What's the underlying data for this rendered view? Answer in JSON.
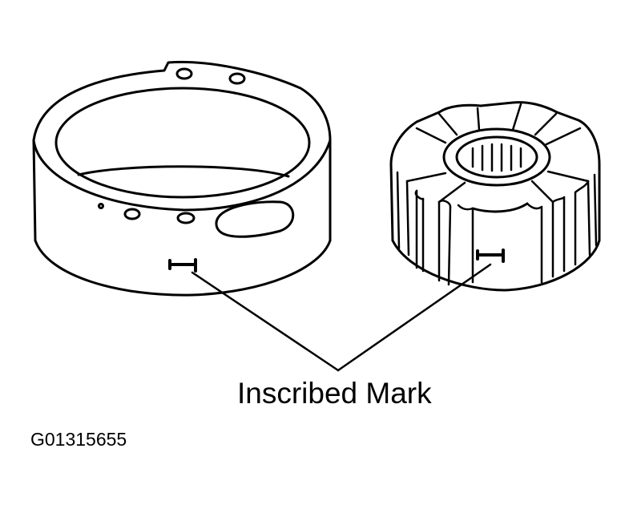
{
  "diagram": {
    "callout_label": "Inscribed Mark",
    "figure_id": "G01315655",
    "parts": [
      "ring-housing",
      "splined-rotor"
    ],
    "colors": {
      "stroke": "#000000",
      "background": "#ffffff"
    }
  }
}
